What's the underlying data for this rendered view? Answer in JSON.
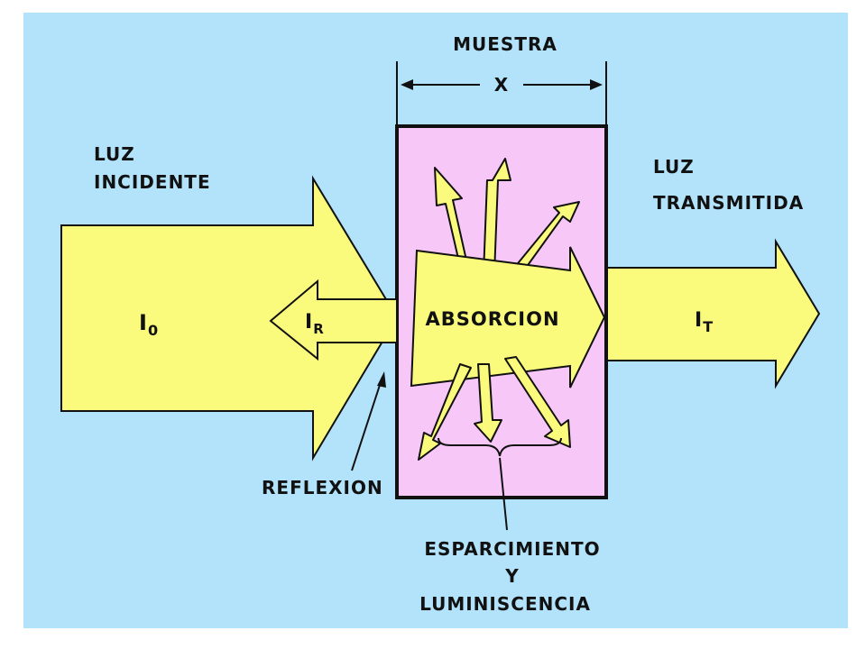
{
  "labels": {
    "sample": "MUESTRA",
    "thickness": "X",
    "incident_line1": "LUZ",
    "incident_line2": "INCIDENTE",
    "transmitted_line1": "LUZ",
    "transmitted_line2": "TRANSMITIDA",
    "incident_intensity": "I",
    "incident_intensity_sub": "0",
    "reflected_intensity": "I",
    "reflected_intensity_sub": "R",
    "transmitted_intensity": "I",
    "transmitted_intensity_sub": "T",
    "absorption": "ABSORCION",
    "reflection": "REFLEXION",
    "scattering_line1": "ESPARCIMIENTO",
    "scattering_line2": "Y",
    "scattering_line3": "LUMINISCENCIA"
  },
  "colors": {
    "background": "#b3e3fb",
    "arrow_fill": "#fafa7c",
    "sample_fill": "#f7c7f7",
    "ink": "#111111"
  }
}
